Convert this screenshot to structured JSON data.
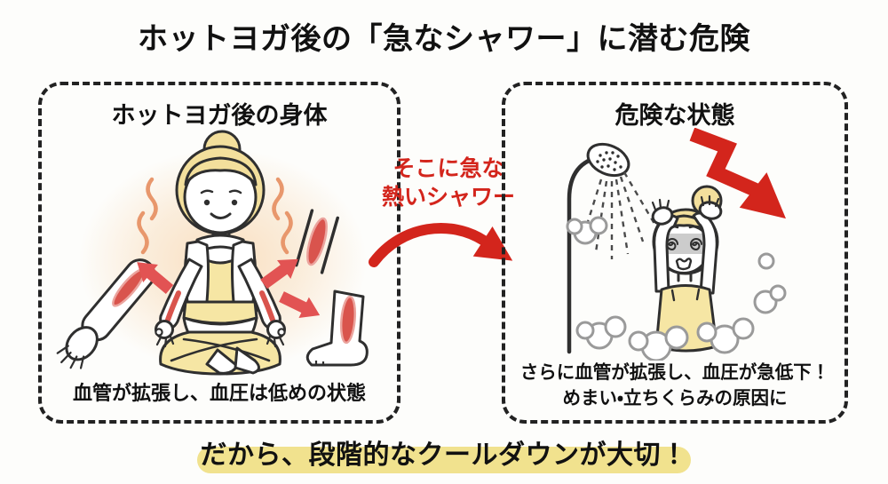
{
  "title": "ホットヨガ後の「急なシャワー」に潜む危険",
  "panels": {
    "before": {
      "heading": "ホットヨガ後の身体",
      "caption": "血管が拡張し、血圧は低めの状態"
    },
    "danger": {
      "heading": "危険な状態",
      "caption_line1": "さらに血管が拡張し、血圧が急低下！",
      "caption_line2": "めまい・立ちくらみの原因に"
    }
  },
  "connector": {
    "line1": "そこに急な",
    "line2": "熱いシャワー"
  },
  "footer": {
    "message": "だから、段階的なクールダウンが大切！"
  },
  "colors": {
    "accent_red": "#d3251c",
    "arrow_salmon": "#e25353",
    "highlight_yellow": "#f1e28e",
    "outfit_yellow": "#f6e6a4",
    "hair_blonde": "#f3df9c",
    "heat_wave_orange": "#e8976c",
    "glow_peach": "#f8dcba",
    "vessel_red": "#d9544d",
    "vessel_pink": "#eba49e",
    "steam_gray": "#9a9a9a",
    "dizzy_face_gray": "#c6c6c6",
    "line_dark": "#2f2f2f",
    "text_black": "#111111"
  },
  "icons": [
    "heat-wave-icon",
    "dilated-vessel-arm-icon",
    "dilated-vessel-segment-icon",
    "dilated-vessel-foot-icon",
    "outward-arrow-icon",
    "curved-arrow-icon",
    "shower-head-icon",
    "steam-cloud-icon",
    "zigzag-drop-arrow-icon"
  ]
}
